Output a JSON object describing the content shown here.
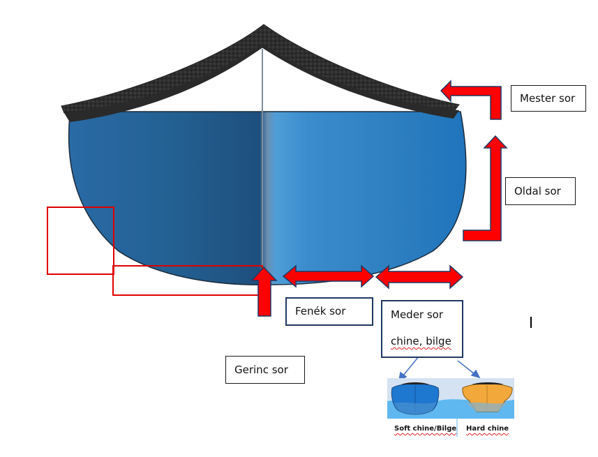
{
  "diagram": {
    "title": "Kayak hull cross-section — stringer / row names",
    "subject": "kayak-hull-cross-section",
    "colors": {
      "hull_blue_dark": "#1f5a8a",
      "hull_blue_mid": "#2a78b8",
      "hull_blue_light": "#4a9ad6",
      "deck_carbon": "#2b2b2b",
      "arrow_red": "#ff0000",
      "arrow_outline": "#1f3864",
      "highlight_red": "#e00000",
      "water_light": "#c8dcf0",
      "water_blue": "#5db8f0",
      "soft_boat": "#1e78d0",
      "hard_boat": "#f2a83a",
      "connector_blue": "#4472c4"
    }
  },
  "labels": {
    "mester": "Mester sor",
    "oldal": "Oldal sor",
    "fenek": "Fenék sor",
    "meder_line1": "Meder sor",
    "meder_line2": "chine, bilge",
    "gerinc": "Gerinc sor"
  },
  "inset": {
    "soft_label": "Soft chine/Bilge",
    "hard_label": "Hard chine"
  }
}
